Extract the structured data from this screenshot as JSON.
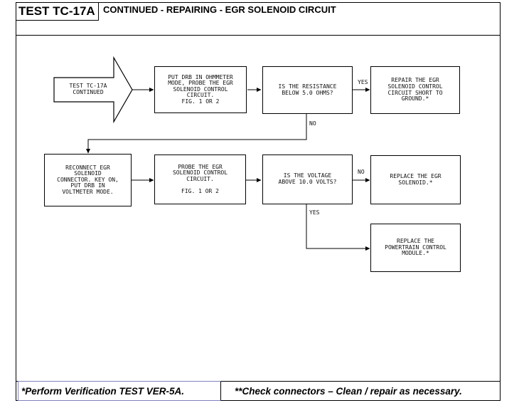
{
  "header": {
    "test_id": "TEST TC-17A",
    "title": "CONTINUED - REPAIRING - EGR SOLENOID CIRCUIT"
  },
  "flow": {
    "start": "TEST TC-17A\nCONTINUED",
    "step1": "PUT DRB IN OHMMETER\nMODE, PROBE THE EGR\nSOLENOID CONTROL\nCIRCUIT.\nFIG. 1 OR 2",
    "decision1": "IS THE RESISTANCE\nBELOW 5.0 OHMS?",
    "yes1_label": "YES",
    "result1": "REPAIR THE EGR\nSOLENOID CONTROL\nCIRCUIT SHORT TO\nGROUND.*",
    "no1_label": "NO",
    "step2": "RECONNECT EGR\nSOLENOID\nCONNECTOR. KEY ON,\nPUT DRB IN\nVOLTMETER MODE.",
    "step3": "PROBE THE EGR\nSOLENOID CONTROL\nCIRCUIT.\n\nFIG. 1 OR 2",
    "decision2": "IS THE VOLTAGE\nABOVE 10.0 VOLTS?",
    "no2_label": "NO",
    "result2": "REPLACE THE EGR\nSOLENOID.*",
    "yes2_label": "YES",
    "result3": "REPLACE THE\nPOWERTRAIN CONTROL\nMODULE.*"
  },
  "footer": {
    "left": "*Perform Verification TEST VER-5A.",
    "right": "**Check connectors – Clean / repair as necessary."
  }
}
